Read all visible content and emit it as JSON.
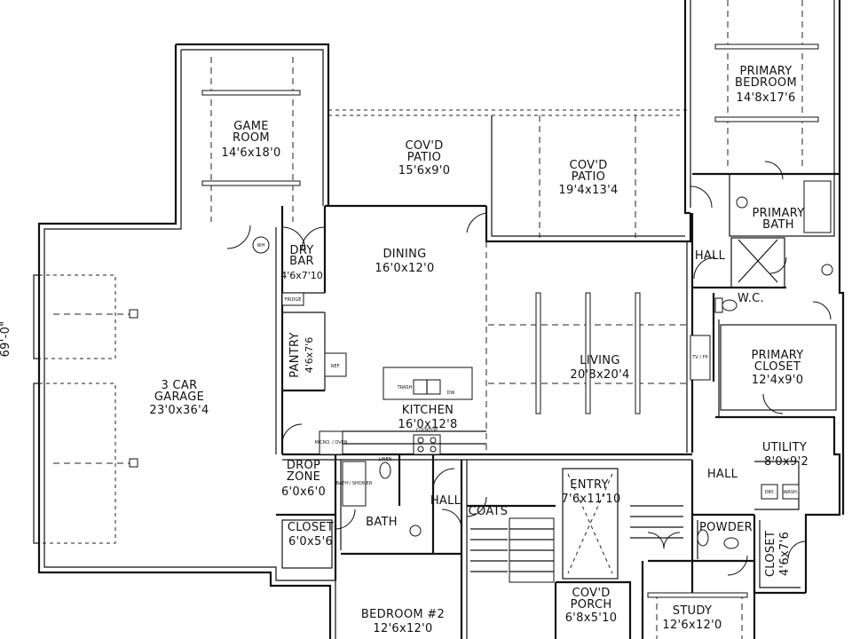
{
  "plan": {
    "overall_dimension": "69'-0\"",
    "rooms": [
      {
        "id": "game_room",
        "name_lines": [
          "GAME",
          "ROOM"
        ],
        "size": "14'6x18'0"
      },
      {
        "id": "covd_patio_1",
        "name_lines": [
          "COV'D",
          "PATIO"
        ],
        "size": "15'6x9'0"
      },
      {
        "id": "covd_patio_2",
        "name_lines": [
          "COV'D",
          "PATIO"
        ],
        "size": "19'4x13'4"
      },
      {
        "id": "primary_bedroom",
        "name_lines": [
          "PRIMARY",
          "BEDROOM"
        ],
        "size": "14'8x17'6"
      },
      {
        "id": "primary_bath",
        "name_lines": [
          "PRIMARY",
          "BATH"
        ],
        "size": ""
      },
      {
        "id": "dry_bar",
        "name_lines": [
          "DRY",
          "BAR"
        ],
        "size": "4'6x7'10"
      },
      {
        "id": "dining",
        "name_lines": [
          "DINING"
        ],
        "size": "16'0x12'0"
      },
      {
        "id": "hall_1",
        "name_lines": [
          "HALL"
        ],
        "size": ""
      },
      {
        "id": "wc",
        "name_lines": [
          "W.C."
        ],
        "size": ""
      },
      {
        "id": "pantry",
        "name_lines": [
          "PANTRY"
        ],
        "size": "4'6x7'6"
      },
      {
        "id": "living",
        "name_lines": [
          "LIVING"
        ],
        "size": "20'8x20'4"
      },
      {
        "id": "primary_closet",
        "name_lines": [
          "PRIMARY",
          "CLOSET"
        ],
        "size": "12'4x9'0"
      },
      {
        "id": "garage",
        "name_lines": [
          "3 CAR",
          "GARAGE"
        ],
        "size": "23'0x36'4"
      },
      {
        "id": "kitchen",
        "name_lines": [
          "KITCHEN"
        ],
        "size": "16'0x12'8"
      },
      {
        "id": "utility",
        "name_lines": [
          "UTILITY"
        ],
        "size": "8'0x9'2"
      },
      {
        "id": "drop_zone",
        "name_lines": [
          "DROP",
          "ZONE"
        ],
        "size": "6'0x6'0"
      },
      {
        "id": "hall_2",
        "name_lines": [
          "HALL"
        ],
        "size": ""
      },
      {
        "id": "hall_3",
        "name_lines": [
          "HALL"
        ],
        "size": ""
      },
      {
        "id": "entry",
        "name_lines": [
          "ENTRY"
        ],
        "size": "7'6x11'10"
      },
      {
        "id": "coats",
        "name_lines": [
          "COATS"
        ],
        "size": ""
      },
      {
        "id": "closet_1",
        "name_lines": [
          "CLOSET"
        ],
        "size": "6'0x5'6"
      },
      {
        "id": "bath",
        "name_lines": [
          "BATH"
        ],
        "size": ""
      },
      {
        "id": "powder",
        "name_lines": [
          "POWDER"
        ],
        "size": ""
      },
      {
        "id": "closet_2",
        "name_lines": [
          "CLOSET"
        ],
        "size": "4'6x7'6"
      },
      {
        "id": "bedroom_2",
        "name_lines": [
          "BEDROOM #2"
        ],
        "size": "12'6x12'0"
      },
      {
        "id": "covd_porch",
        "name_lines": [
          "COV'D",
          "PORCH"
        ],
        "size": "6'8x5'10"
      },
      {
        "id": "study",
        "name_lines": [
          "STUDY"
        ],
        "size": "12'6x12'0"
      }
    ],
    "fixture_labels": {
      "wh": "WH",
      "fridge": "FRIDGE",
      "micro_oven": "MICRO. / OVEN",
      "cooktop": "COOKTOP",
      "trash": "TRASH",
      "dw": "DW",
      "ref": "REF.",
      "linen": "LINEN",
      "bath_shower": "BATH / SHOWER",
      "dry": "DRY.",
      "wash": "WASH.",
      "tv": "TV / FP"
    }
  }
}
